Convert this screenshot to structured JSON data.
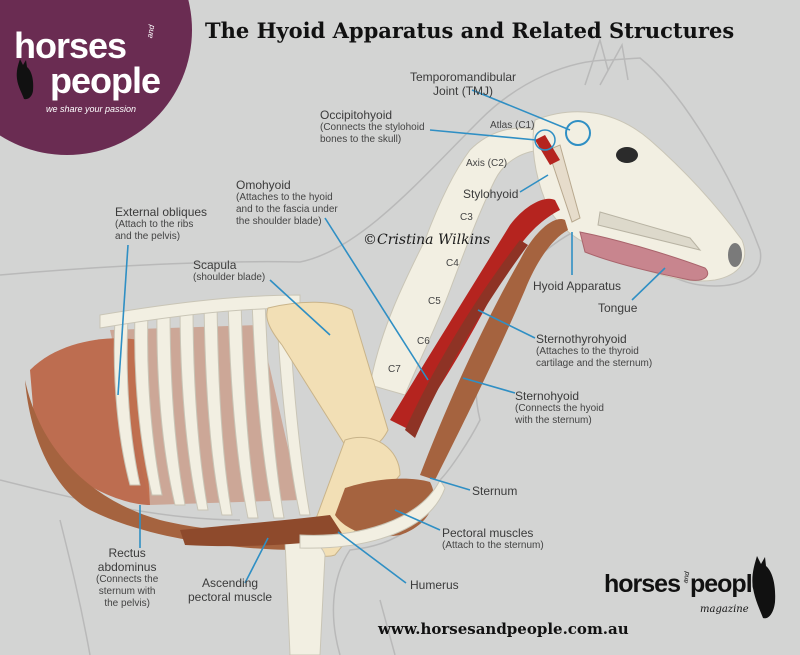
{
  "title": "The Hyoid Apparatus and Related Structures",
  "credit": "©Cristina Wilkins",
  "website": "www.horsesandpeople.com.au",
  "logo_top": {
    "line1": "horses",
    "and": "and",
    "line2": "people",
    "tagline": "we share your passion",
    "brand_color": "#6a2c52"
  },
  "logo_bottom": {
    "wordmark": "horses and people",
    "and": "and",
    "word1": "horses",
    "word2": "people",
    "sub": "magazine"
  },
  "vertebrae": [
    "C3",
    "C4",
    "C5",
    "C6",
    "C7"
  ],
  "labels": {
    "tmj": {
      "title": "Temporomandibular",
      "title2": "Joint (TMJ)"
    },
    "atlas": {
      "title": "Atlas (C1)"
    },
    "axis": {
      "title": "Axis (C2)"
    },
    "occipitohyoid": {
      "title": "Occipitohyoid",
      "sub1": "(Connects the stylohoid",
      "sub2": "bones to the skull)"
    },
    "stylohyoid": {
      "title": "Stylohyoid"
    },
    "omohyoid": {
      "title": "Omohyoid",
      "sub1": "(Attaches to the hyoid",
      "sub2": "and to the fascia under",
      "sub3": "the shoulder blade)"
    },
    "external_obliques": {
      "title": "External obliques",
      "sub1": "(Attach to the ribs",
      "sub2": "and the pelvis)"
    },
    "scapula": {
      "title": "Scapula",
      "sub1": "(shoulder blade)"
    },
    "hyoid_apparatus": {
      "title": "Hyoid Apparatus"
    },
    "tongue": {
      "title": "Tongue"
    },
    "sternothyrohyoid": {
      "title": "Sternothyrohyoid",
      "sub1": "(Attaches to the thyroid",
      "sub2": "cartilage and the sternum)"
    },
    "sternohyoid": {
      "title": "Sternohyoid",
      "sub1": "(Connects the hyoid",
      "sub2": "with the sternum)"
    },
    "sternum": {
      "title": "Sternum"
    },
    "pectoral_muscles": {
      "title": "Pectoral muscles",
      "sub1": "(Attach to the sternum)"
    },
    "humerus": {
      "title": "Humerus"
    },
    "ascending_pectoral": {
      "title": "Ascending",
      "title2": "pectoral muscle"
    },
    "rectus_abdominus": {
      "title": "Rectus",
      "title2": "abdominus",
      "sub1": "(Connects the",
      "sub2": "sternum with",
      "sub3": "the pelvis)"
    }
  },
  "colors": {
    "background": "#d3d4d3",
    "pointer": "#2f8fc4",
    "bone": "#f2efe2",
    "muscle_red": "#b5241f",
    "muscle_brown": "#a5633f",
    "tongue": "#c8858e"
  }
}
